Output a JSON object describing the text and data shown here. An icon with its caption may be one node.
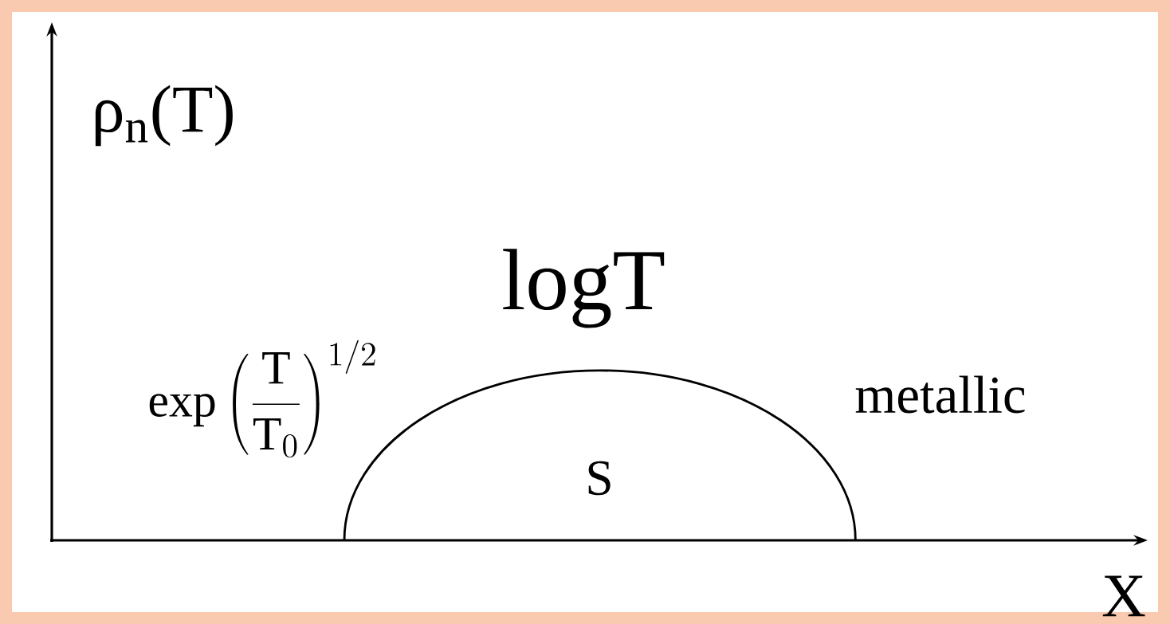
{
  "diagram": {
    "nodes": [
      {
        "text": [
          "S"
        ]
      }
    ],
    "labels": [
      "ρ$_{n}$(T)",
      "logT",
      "\\mathrm{exp}\\left(\\frac{\\mathrm{T}}{\\mathrm{T}_0}\\right)^{1/2}",
      "metallic",
      "X"
    ]
  }
}
